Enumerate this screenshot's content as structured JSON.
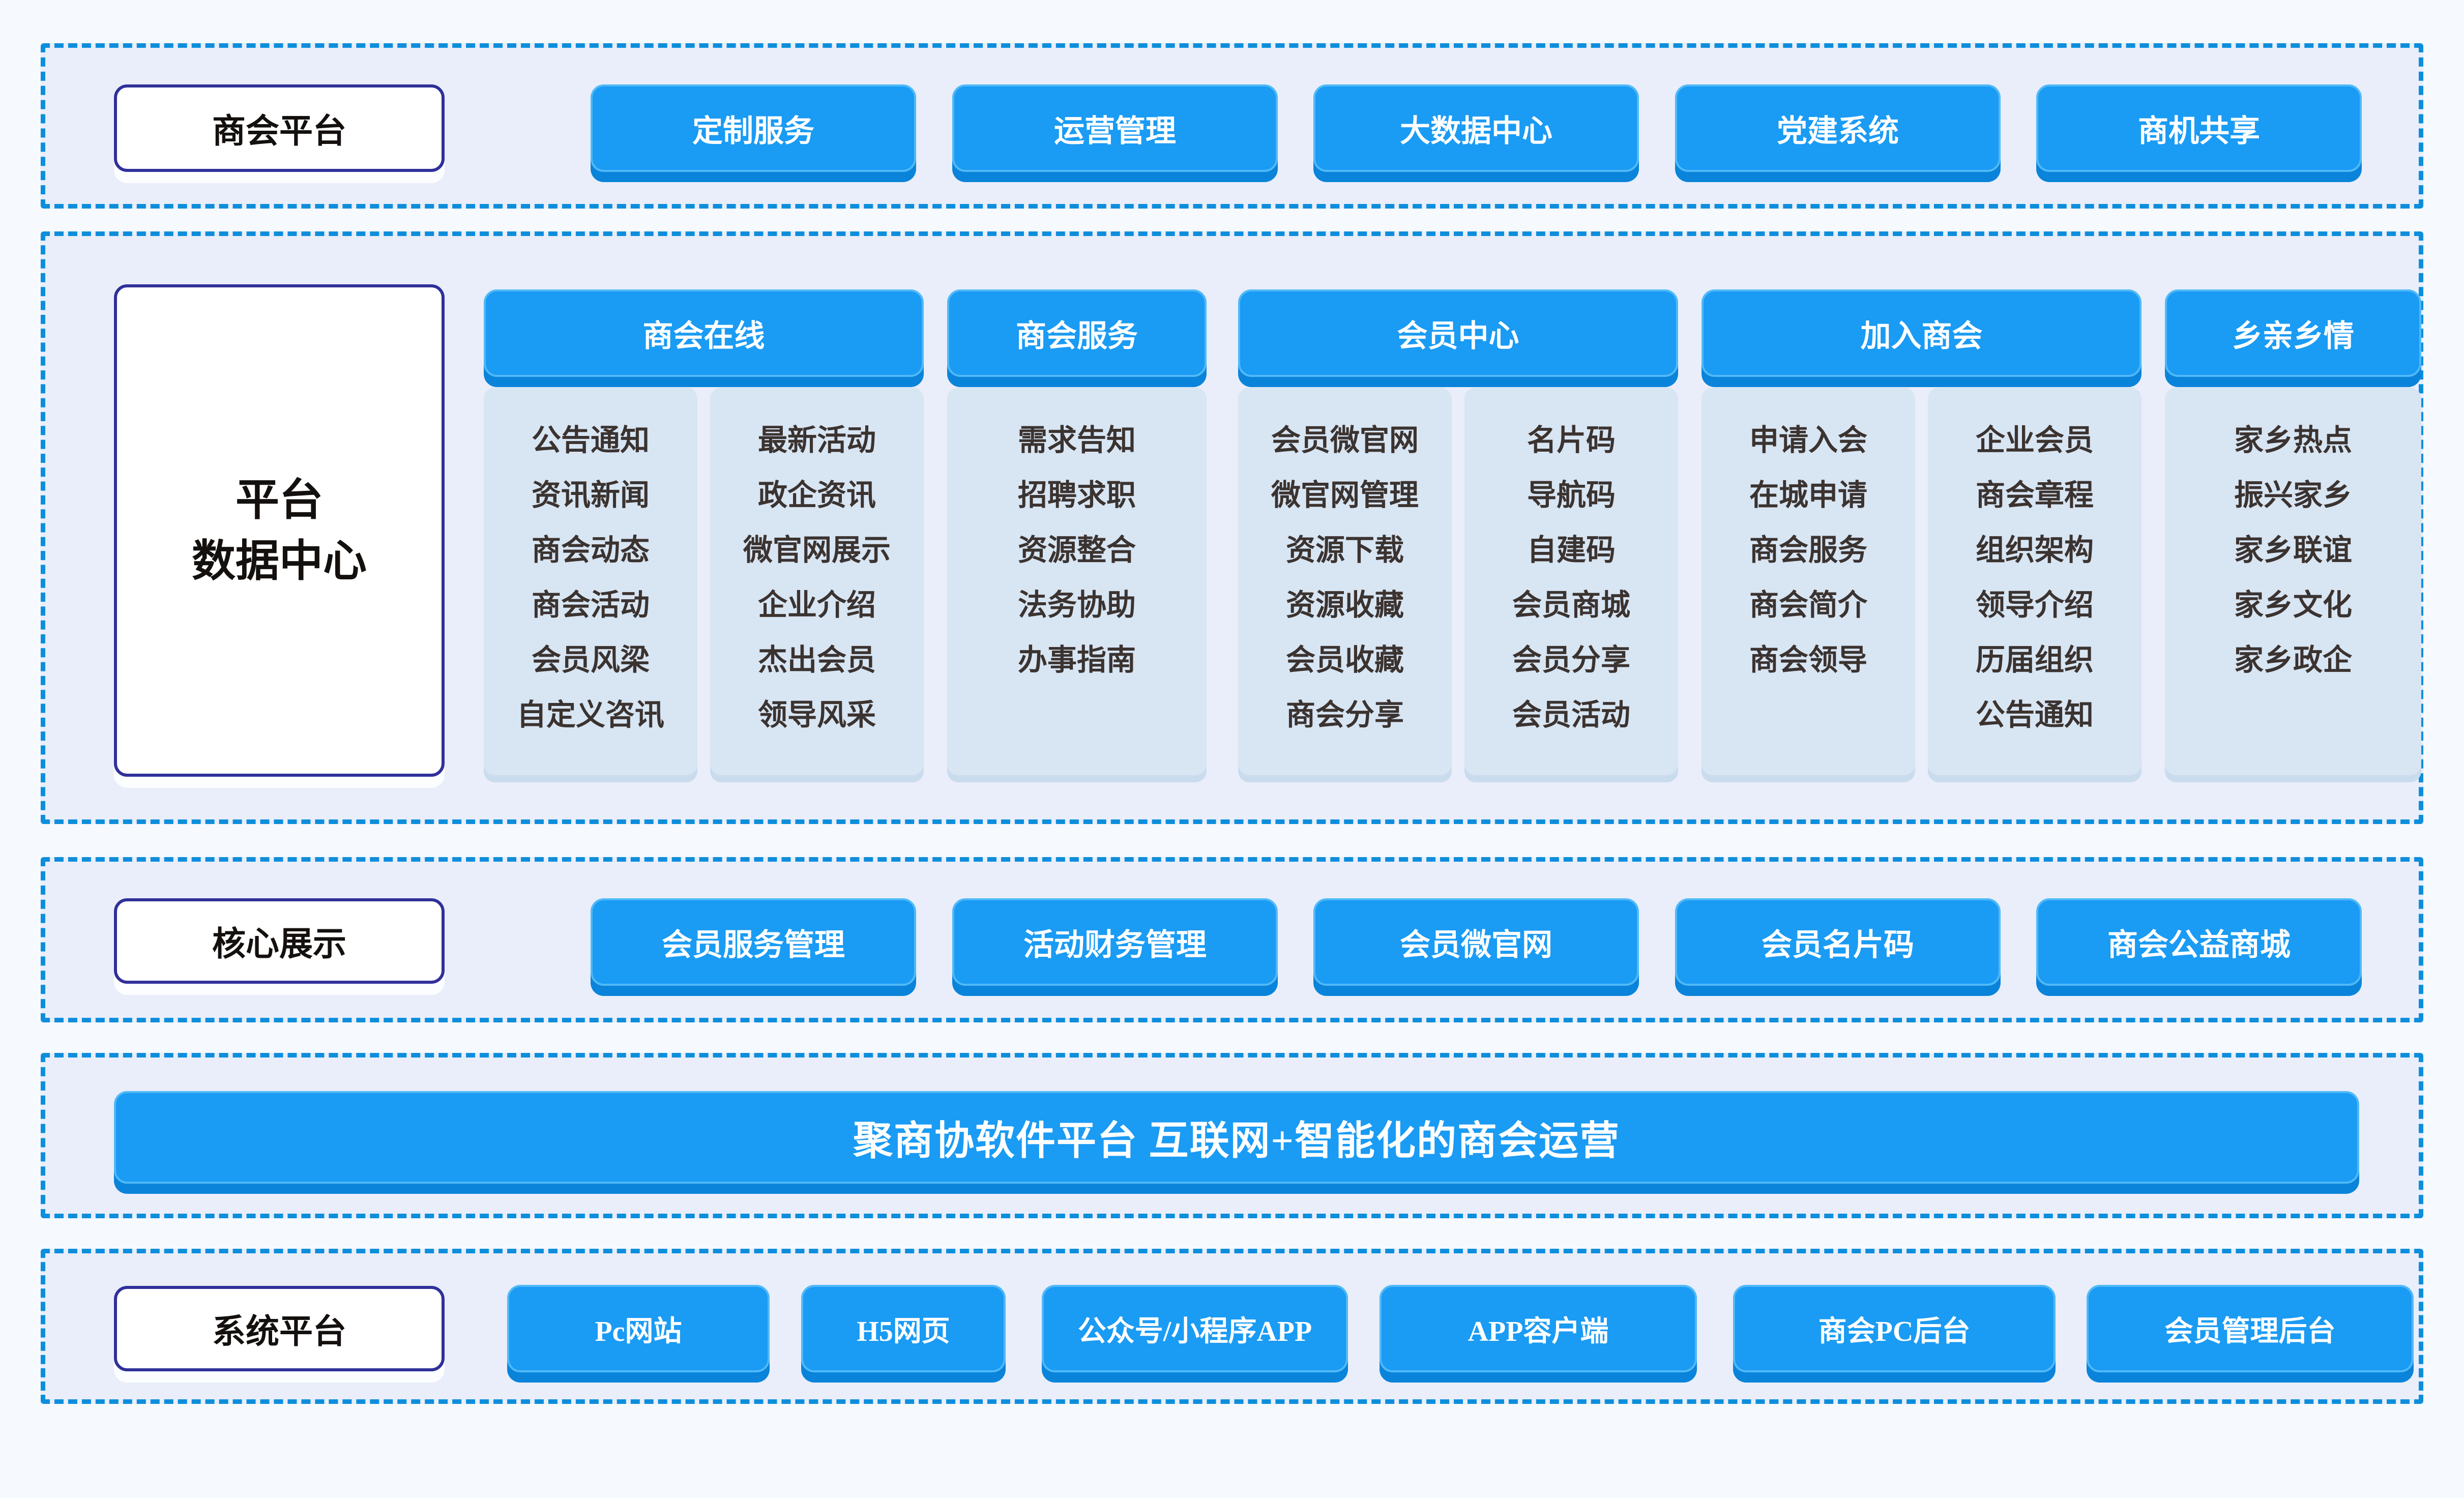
{
  "colors": {
    "page_bg": "#f6f9fe",
    "section_bg": "#e9eefa",
    "dashed_border": "#0d8edc",
    "button_blue": "#1a9bf4",
    "button_lip": "#0a84da",
    "button_edge": "#50b9f7",
    "white_box_border": "#30309a",
    "item_column_bg": "#d8e5f3",
    "item_text": "#3b3330",
    "button_text": "#ffffff"
  },
  "platform": {
    "label": "商会平台",
    "buttons": [
      "定制服务",
      "运营管理",
      "大数据中心",
      "党建系统",
      "商机共享"
    ]
  },
  "data_center": {
    "label_line1": "平台",
    "label_line2": "数据中心",
    "groups": [
      {
        "header": "商会在线",
        "columns": [
          [
            "公告通知",
            "资讯新闻",
            "商会动态",
            "商会活动",
            "会员风梁",
            "自定义咨讯"
          ],
          [
            "最新活动",
            "政企资讯",
            "微官网展示",
            "企业介绍",
            "杰出会员",
            "领导风采"
          ]
        ]
      },
      {
        "header": "商会服务",
        "columns": [
          [
            "需求告知",
            "招聘求职",
            "资源整合",
            "法务协助",
            "办事指南"
          ]
        ]
      },
      {
        "header": "会员中心",
        "columns": [
          [
            "会员微官网",
            "微官网管理",
            "资源下载",
            "资源收藏",
            "会员收藏",
            "商会分享"
          ],
          [
            "名片码",
            "导航码",
            "自建码",
            "会员商城",
            "会员分享",
            "会员活动"
          ]
        ]
      },
      {
        "header": "加入商会",
        "columns": [
          [
            "申请入会",
            "在城申请",
            "商会服务",
            "商会简介",
            "商会领导"
          ],
          [
            "企业会员",
            "商会章程",
            "组织架构",
            "领导介绍",
            "历届组织",
            "公告通知"
          ]
        ]
      },
      {
        "header": "乡亲乡情",
        "columns": [
          [
            "家乡热点",
            "振兴家乡",
            "家乡联谊",
            "家乡文化",
            "家乡政企"
          ]
        ]
      }
    ]
  },
  "core_display": {
    "label": "核心展示",
    "buttons": [
      "会员服务管理",
      "活动财务管理",
      "会员微官网",
      "会员名片码",
      "商会公益商城"
    ]
  },
  "banner": {
    "text": "聚商协软件平台 互联网+智能化的商会运营"
  },
  "system_platform": {
    "label": "系统平台",
    "buttons": [
      "Pc网站",
      "H5网页",
      "公众号/小程序APP",
      "APP容户端",
      "商会PC后台",
      "会员管理后台"
    ]
  }
}
